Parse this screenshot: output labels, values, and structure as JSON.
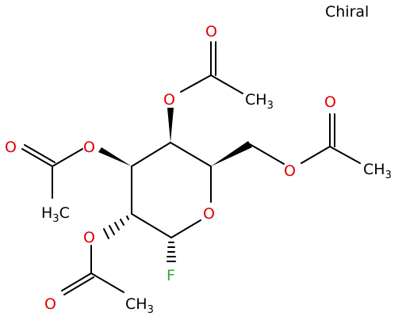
{
  "chiral_label": "Chiral",
  "atoms": {
    "ring_oxygen": "O",
    "fluorine": "F",
    "ester_oxygen_c4": "O",
    "carbonyl_oxygen_c4": "O",
    "ester_oxygen_c3": "O",
    "carbonyl_oxygen_c3": "O",
    "ester_oxygen_c2": "O",
    "carbonyl_oxygen_c2": "O",
    "ester_oxygen_c6": "O",
    "carbonyl_oxygen_c6": "O"
  },
  "methyl": {
    "main": "CH",
    "sub": "3",
    "left_main": "H",
    "left_sub": "3",
    "left_tail": "C"
  },
  "colors": {
    "oxygen": "#e00000",
    "fluorine": "#3aa63a",
    "carbon": "#000000"
  }
}
